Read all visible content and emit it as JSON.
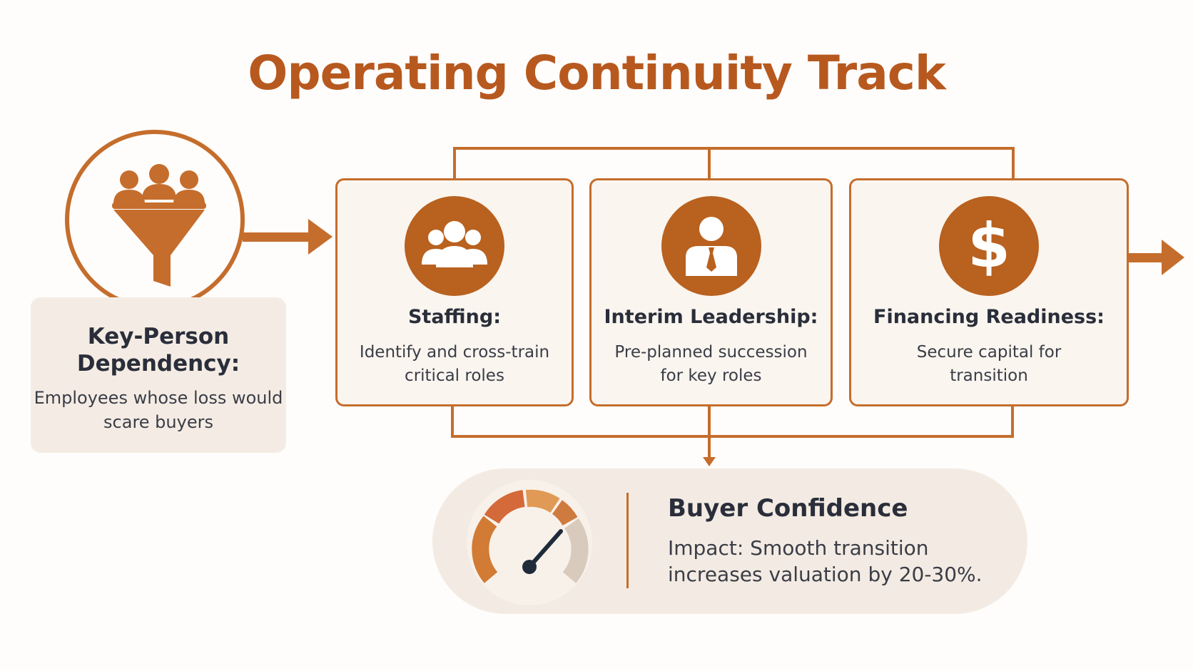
{
  "title": "Operating Continuity Track",
  "colors": {
    "accent": "#c56d2c",
    "icon_fill": "#b9611f",
    "title": "#b7591f",
    "card_bg": "#faf5ef",
    "panel_bg": "#f4ece4",
    "text_dark": "#2a2e3a"
  },
  "key_person": {
    "icon": "people-funnel-icon",
    "title": "Key-Person Dependency:",
    "description": "Employees whose loss would scare buyers"
  },
  "steps": [
    {
      "icon": "team-group-icon",
      "title": "Staffing:",
      "description": "Identify and cross-train critical roles"
    },
    {
      "icon": "leader-person-icon",
      "title": "Interim Leadership:",
      "description": "Pre-planned succession for key roles"
    },
    {
      "icon": "dollar-icon",
      "icon_glyph": "$",
      "title": "Financing Readiness:",
      "description": "Secure capital for transition"
    }
  ],
  "outcome": {
    "icon": "speedometer-gauge-icon",
    "title": "Buyer Confidence",
    "description": "Impact: Smooth transition increases valuation by 20-30%."
  }
}
